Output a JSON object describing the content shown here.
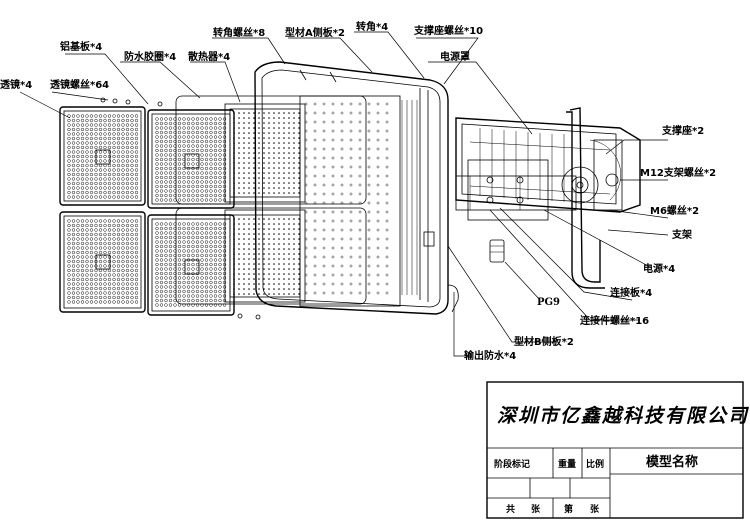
{
  "labels": {
    "lens": "透镜*4",
    "lens_screw": "透镜螺丝*64",
    "aluminum_plate": "铝基板*4",
    "waterproof_gasket": "防水胶圈*4",
    "heatsink": "散热器*4",
    "corner_screw": "转角螺丝*8",
    "profile_a_side": "型材A侧板*2",
    "corner": "转角*4",
    "support_seat_screw": "支撑座螺丝*10",
    "power_cover": "电源罩",
    "support_seat": "支撑座*2",
    "m12_bracket_screw": "M12支架螺丝*2",
    "m6_screw": "M6螺丝*2",
    "bracket": "支架",
    "power_supply": "电源*4",
    "pg9": "PG9",
    "connector_plate": "连接板*4",
    "connector_screw": "连接件螺丝*16",
    "profile_b_side": "型材B侧板*2",
    "output_waterproof": "输出防水*4"
  },
  "title_block": {
    "company": "深圳市亿鑫越科技有限公司",
    "stage_mark": "阶段标记",
    "weight": "重量",
    "scale": "比例",
    "model_name": "模型名称",
    "total": "共",
    "sheets": "张",
    "sheet_no": "第",
    "sheet_unit": "张"
  }
}
